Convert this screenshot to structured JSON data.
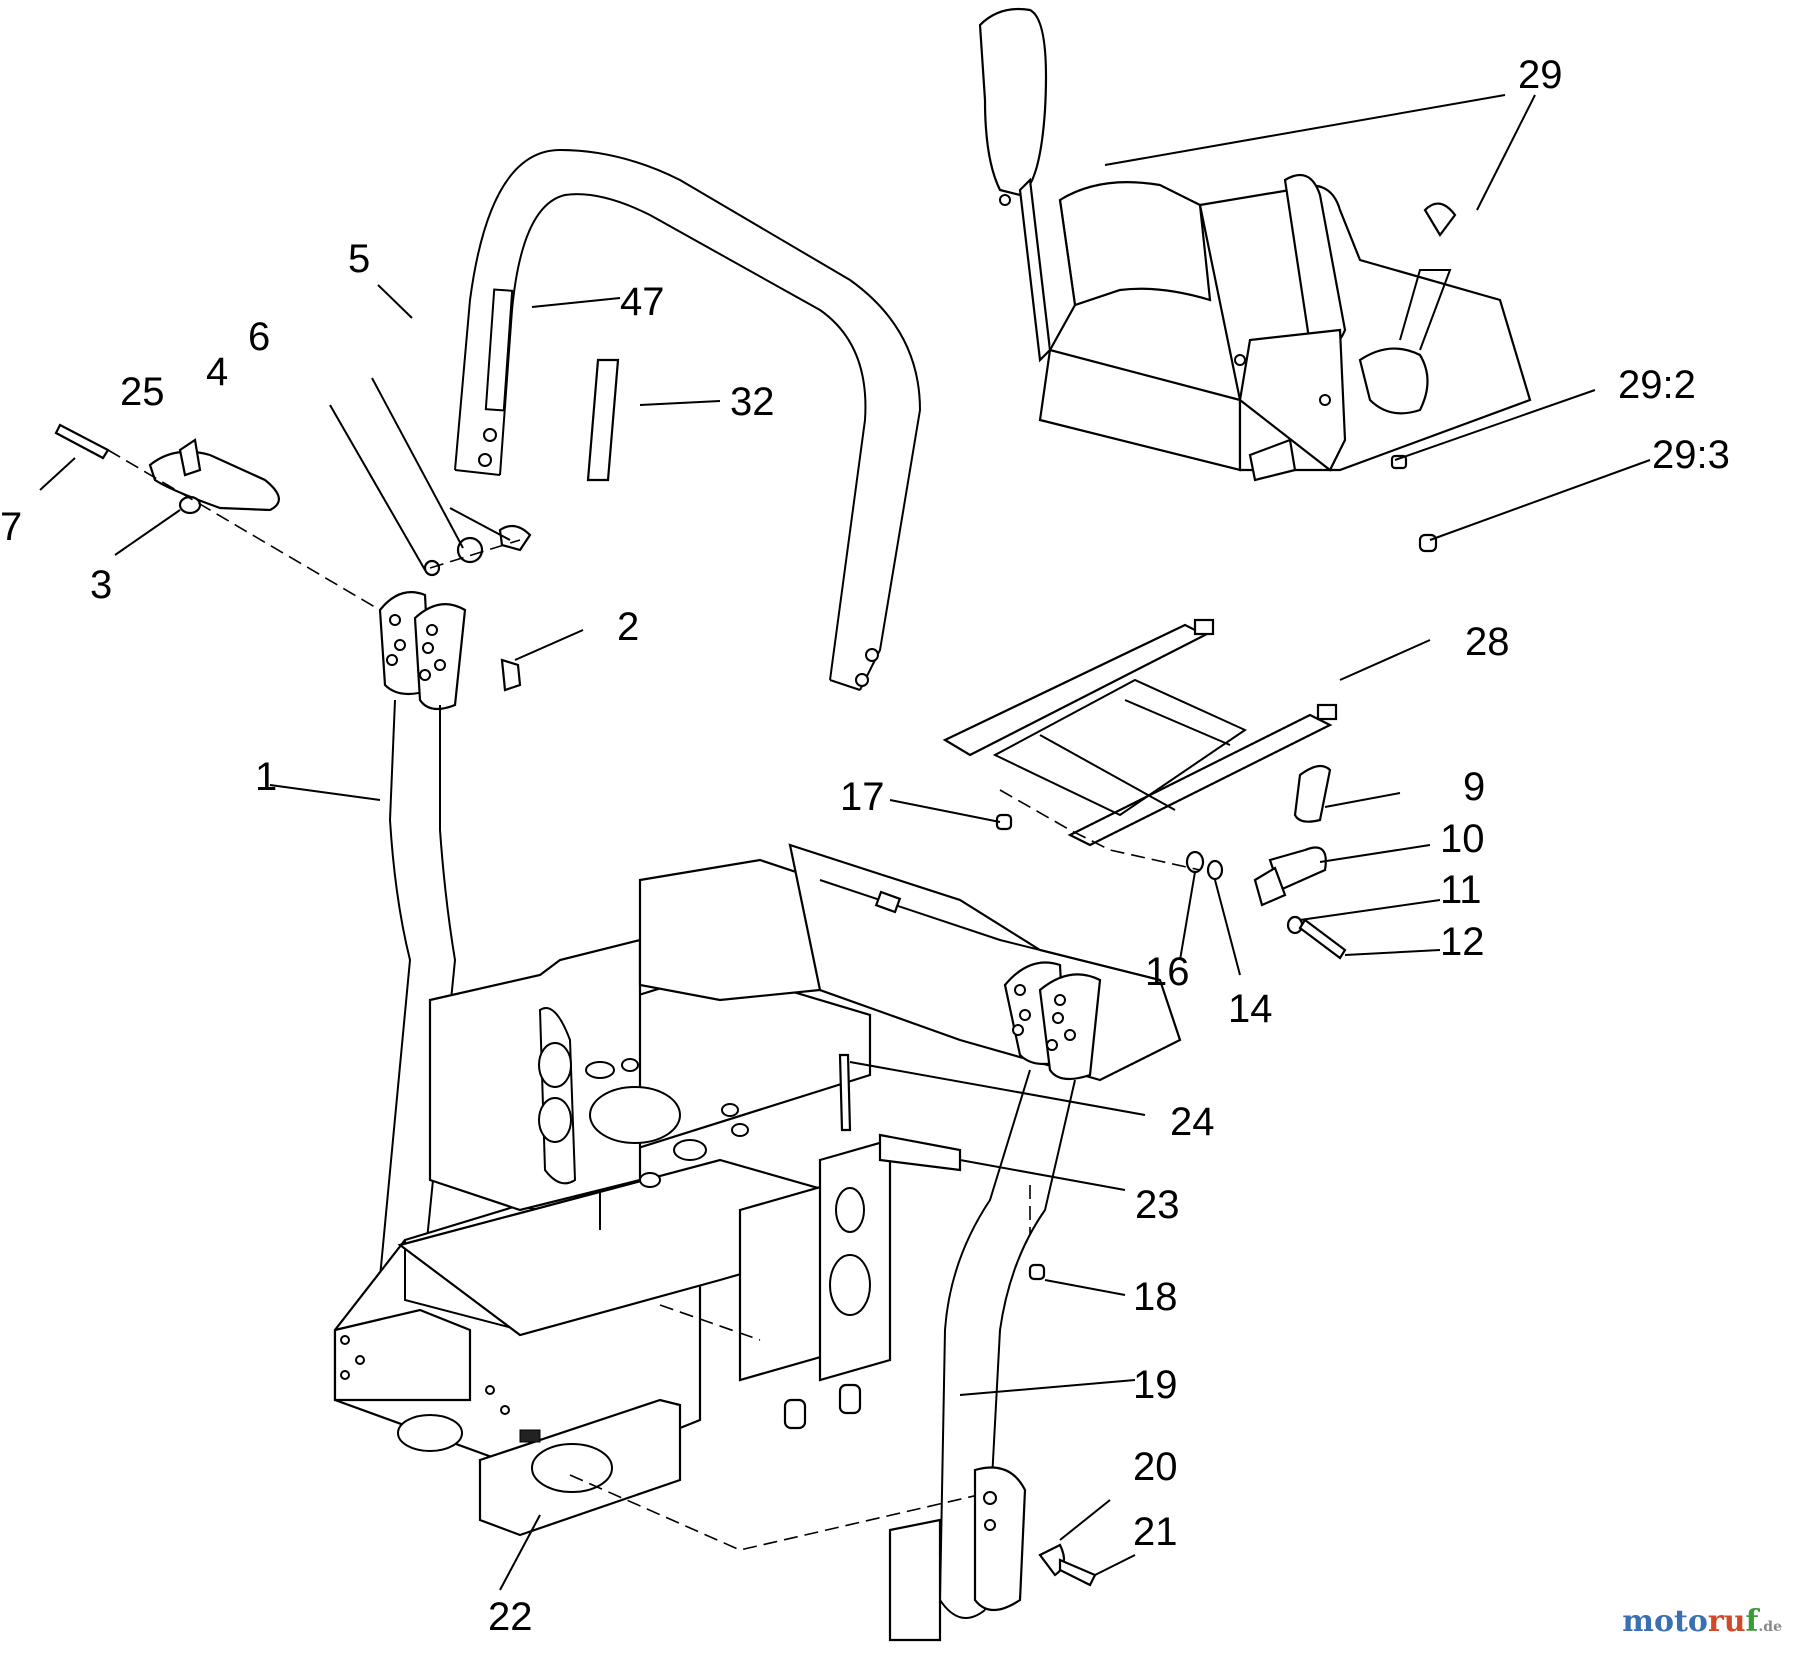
{
  "callouts": {
    "c29": "29",
    "c5": "5",
    "c47": "47",
    "c6": "6",
    "c4": "4",
    "c25": "25",
    "c32": "32",
    "c29_2": "29:2",
    "c29_3": "29:3",
    "c7": "7",
    "c3": "3",
    "c2": "2",
    "c28": "28",
    "c1": "1",
    "c17": "17",
    "c9": "9",
    "c10": "10",
    "c11": "11",
    "c12": "12",
    "c16": "16",
    "c14": "14",
    "c24": "24",
    "c23": "23",
    "c18": "18",
    "c19": "19",
    "c20": "20",
    "c21": "21",
    "c22": "22"
  },
  "watermark": {
    "part1": "moto",
    "part2": "ru",
    "part3": "f",
    "suffix": ".de"
  }
}
